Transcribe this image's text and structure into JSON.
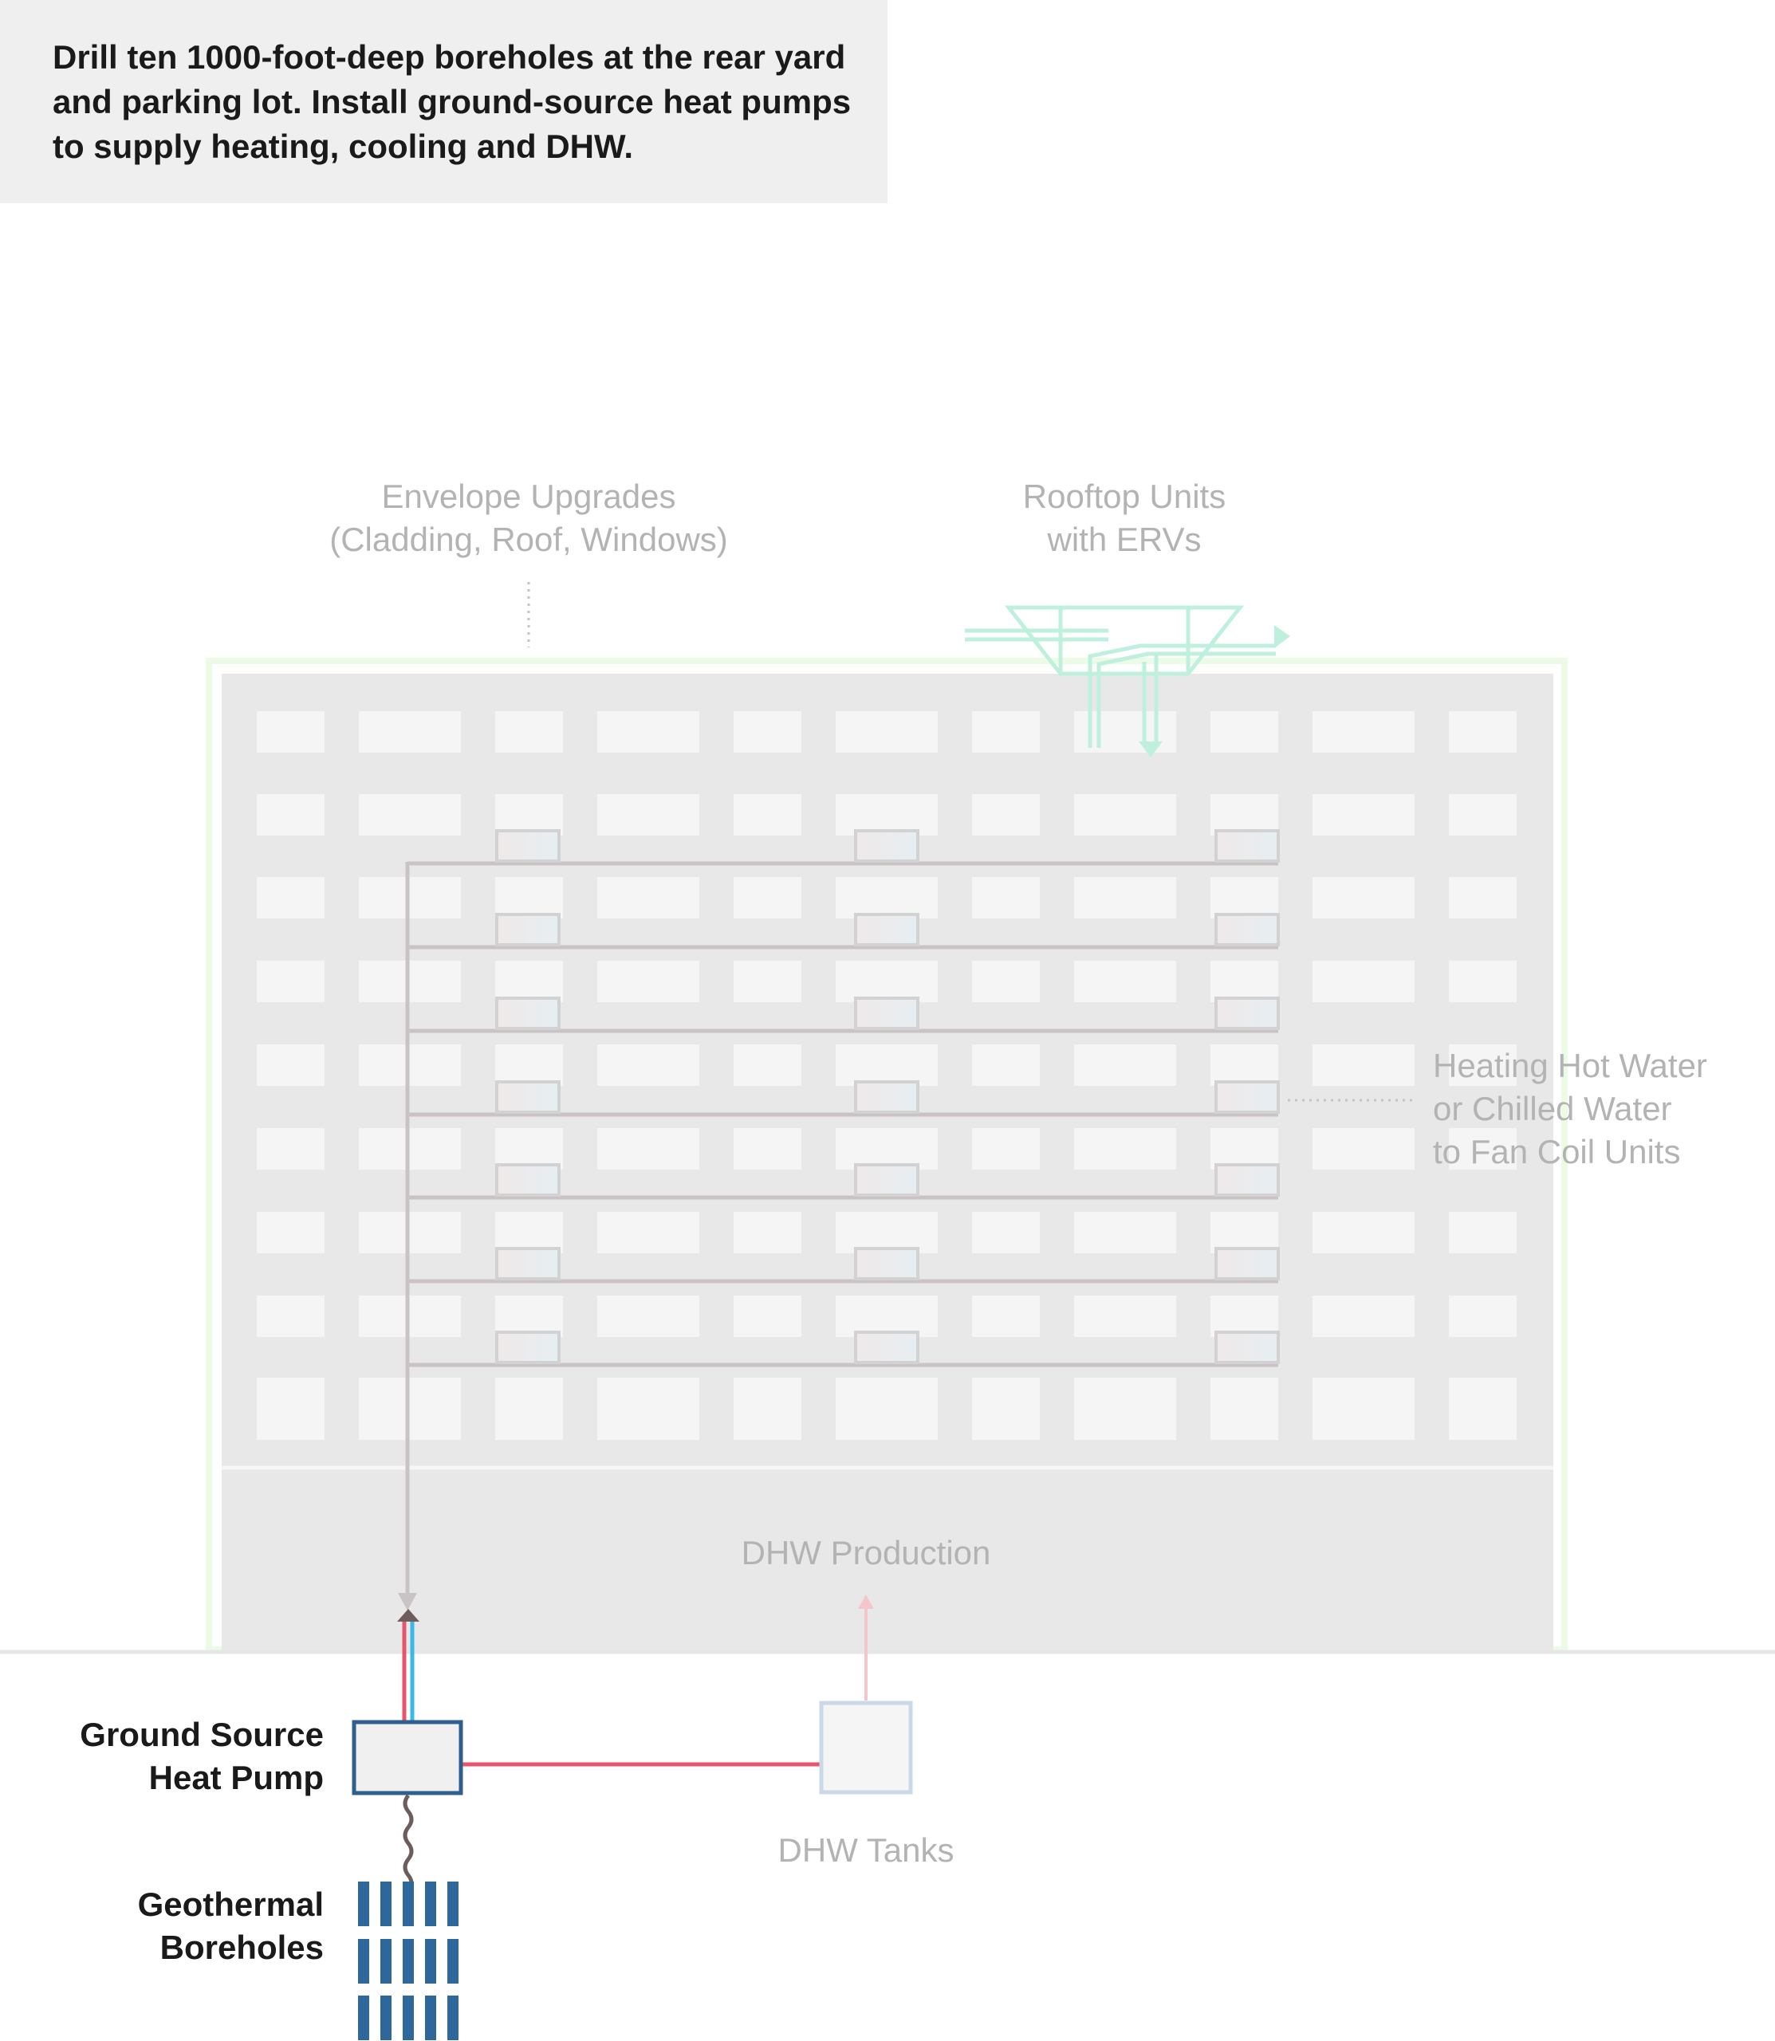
{
  "caption": "Drill ten 1000-foot-deep boreholes at the rear yard and parking lot. Install ground-source heat pumps to supply heating, cooling and DHW.",
  "labels": {
    "envelope_line1": "Envelope Upgrades",
    "envelope_line2": "(Cladding, Roof, Windows)",
    "rooftop_line1": "Rooftop Units",
    "rooftop_line2": "with ERVs",
    "heating_line1": "Heating Hot Water",
    "heating_line2": "or Chilled Water",
    "heating_line3": "to Fan Coil Units",
    "dhw_production": "DHW Production",
    "gshp_line1": "Ground Source",
    "gshp_line2": "Heat Pump",
    "dhw_tanks": "DHW Tanks",
    "boreholes_line1": "Geothermal",
    "boreholes_line2": "Boreholes"
  },
  "colors": {
    "caption_bg": "#efefef",
    "building": "#e8e8e8",
    "window": "#f5f5f5",
    "envelope_outline": "#ecfbe6",
    "erv": "#bff0de",
    "riser_pipe": "#c9c3c3",
    "fan_coil": "#d2d2d2",
    "heat_pump_border": "#2f5f8e",
    "heat_pump_fill": "#f0f0f0",
    "hot_pipe": "#e4576b",
    "cold_pipe": "#3bb8e6",
    "borehole": "#2e679b",
    "ground_connector": "#6e5d5d",
    "dhw_tank_border": "#c9d9e8",
    "ground_line": "#e6e6e6",
    "faded_text": "#b3b3b3"
  }
}
